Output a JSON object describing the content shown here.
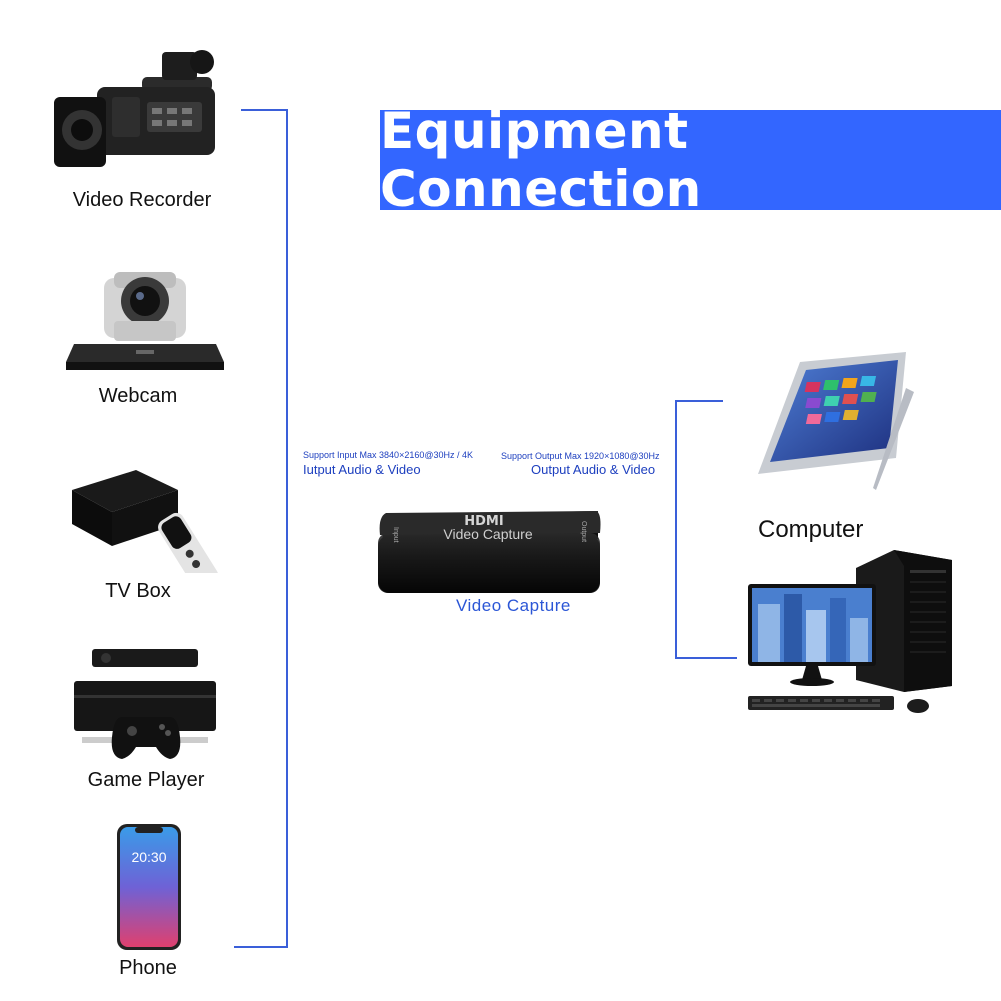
{
  "banner": {
    "title": "Equipment Connection"
  },
  "sources": [
    {
      "label": "Video Recorder",
      "icon": "camcorder-icon"
    },
    {
      "label": "Webcam",
      "icon": "ptz-webcam-icon"
    },
    {
      "label": "TV Box",
      "icon": "tv-box-icon"
    },
    {
      "label": "Game Player",
      "icon": "game-console-icon"
    },
    {
      "label": "Phone",
      "icon": "phone-icon"
    }
  ],
  "phone": {
    "time": "20:30"
  },
  "capture": {
    "input_spec": "Support Input Max 3840×2160@30Hz / 4K",
    "input_audio": "Iutput Audio & Video",
    "output_spec": "Support Output Max 1920×1080@30Hz",
    "output_audio": "Output Audio & Video",
    "device_brand": "HDMI",
    "device_text": "Video Capture",
    "side_input": "Input",
    "side_output": "Output",
    "label": "Video Capture"
  },
  "target": {
    "label": "Computer",
    "icons": [
      "tablet-icon",
      "desktop-pc-icon"
    ]
  },
  "colors": {
    "banner": "#3366ff",
    "line": "#3a5fd9",
    "spec_text": "#1d3fbf"
  }
}
